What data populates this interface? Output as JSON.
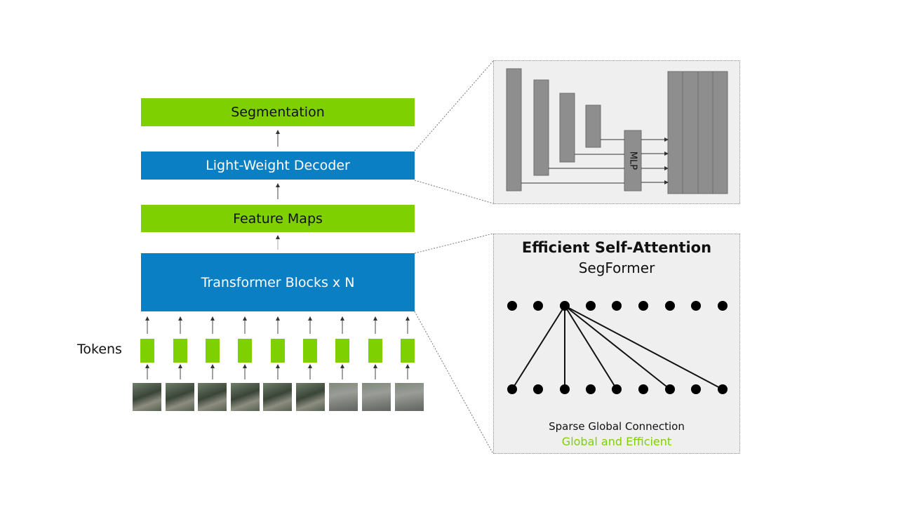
{
  "pipeline": {
    "segmentation": "Segmentation",
    "decoder": "Light-Weight Decoder",
    "feature_maps": "Feature Maps",
    "transformer": "Transformer Blocks x N",
    "tokens_label": "Tokens"
  },
  "decoder_detail": {
    "mlp_label": "MLP"
  },
  "attention_panel": {
    "title": "Efficient Self-Attention",
    "subtitle": "SegFormer",
    "caption": "Sparse Global Connection",
    "caption_highlight": "Global and Efficient"
  },
  "colors": {
    "green": "#7ed000",
    "blue": "#0a7fc4",
    "panel_bg": "#efefef",
    "gray_block": "#8e8e8e"
  },
  "tokens": [
    "token-1",
    "token-2",
    "token-3",
    "token-4",
    "token-5",
    "token-6",
    "token-7",
    "token-8",
    "token-9"
  ],
  "images": [
    "street-scene",
    "street-scene",
    "street-scene",
    "street-scene",
    "street-scene",
    "street-scene",
    "road",
    "road",
    "road"
  ]
}
